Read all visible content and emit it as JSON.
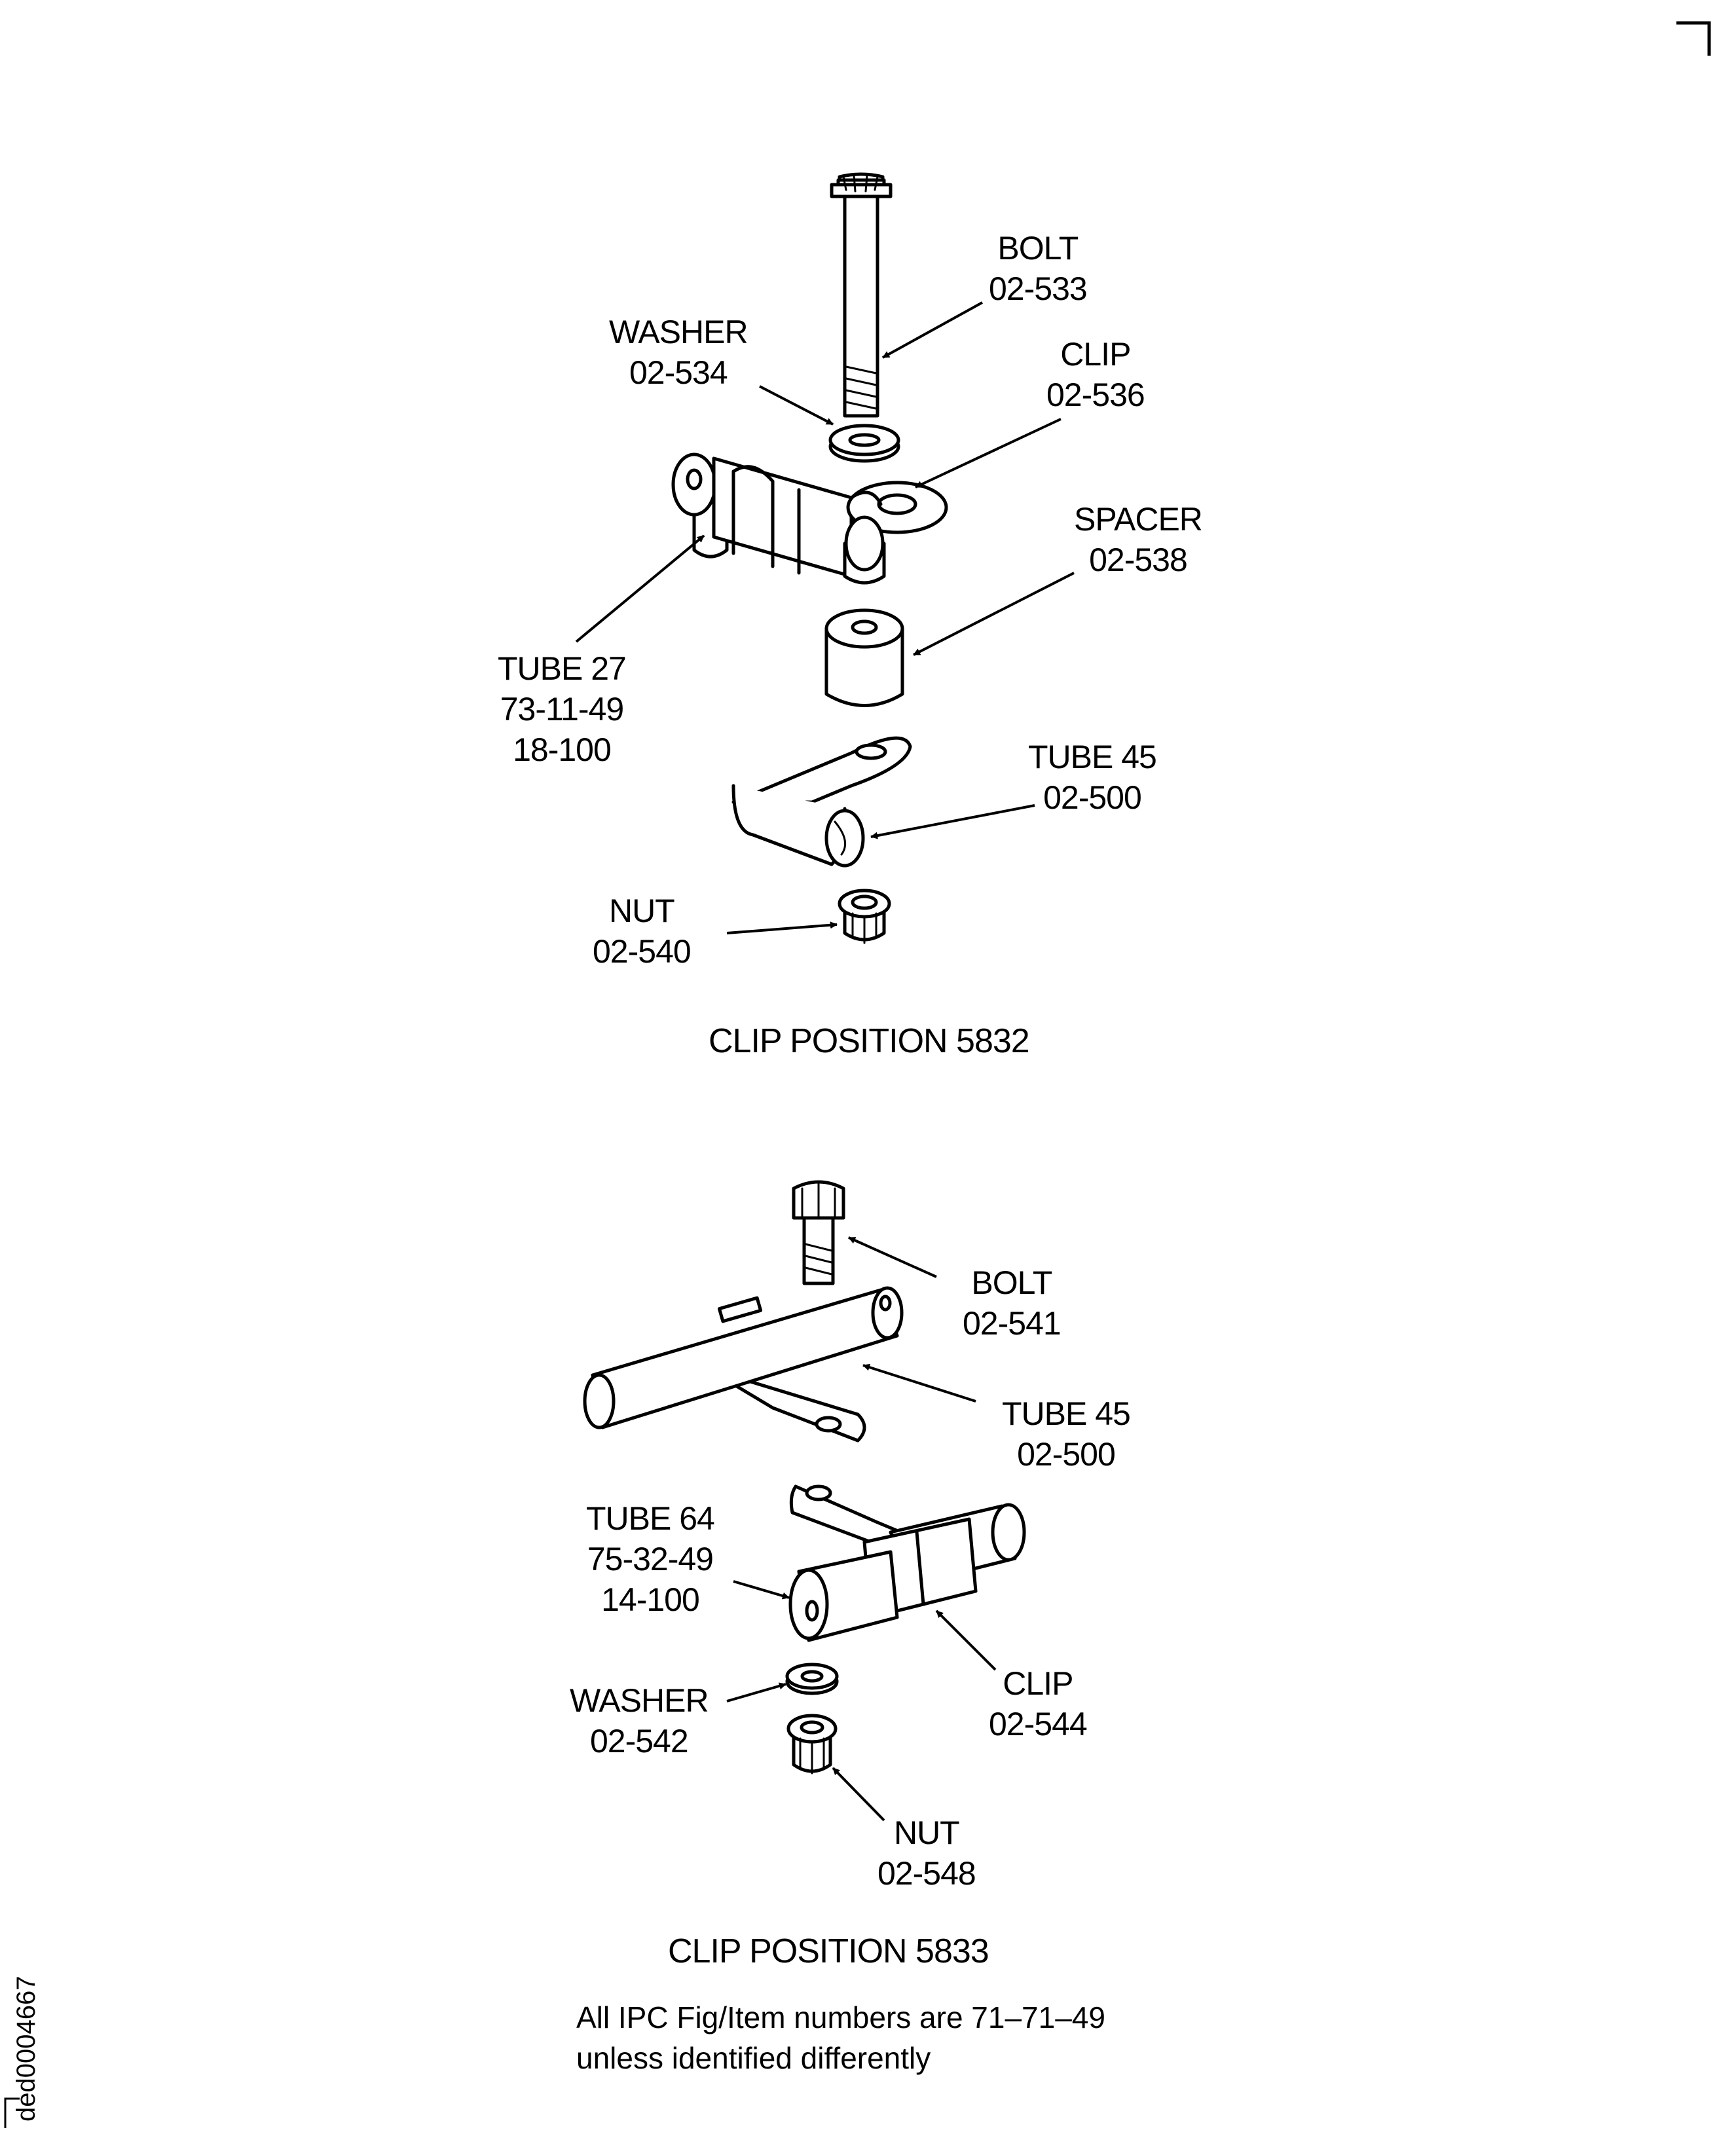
{
  "figure1": {
    "caption": "CLIP POSITION 5832",
    "bolt": {
      "name": "BOLT",
      "part": "02-533"
    },
    "washer": {
      "name": "WASHER",
      "part": "02-534"
    },
    "clip": {
      "name": "CLIP",
      "part": "02-536"
    },
    "spacer": {
      "name": "SPACER",
      "part": "02-538"
    },
    "tube27": {
      "name": "TUBE 27",
      "fig": "73-11-49",
      "item": "18-100"
    },
    "tube45": {
      "name": "TUBE 45",
      "part": "02-500"
    },
    "nut": {
      "name": "NUT",
      "part": "02-540"
    }
  },
  "figure2": {
    "caption": "CLIP POSITION 5833",
    "bolt": {
      "name": "BOLT",
      "part": "02-541"
    },
    "tube45": {
      "name": "TUBE 45",
      "part": "02-500"
    },
    "tube64": {
      "name": "TUBE 64",
      "fig": "75-32-49",
      "item": "14-100"
    },
    "washer": {
      "name": "WASHER",
      "part": "02-542"
    },
    "clip": {
      "name": "CLIP",
      "part": "02-544"
    },
    "nut": {
      "name": "NUT",
      "part": "02-548"
    }
  },
  "footnote": {
    "line1": "All IPC Fig/Item numbers are 71–71–49",
    "line2": "unless identified differently"
  },
  "reference_id": "ded0004667"
}
